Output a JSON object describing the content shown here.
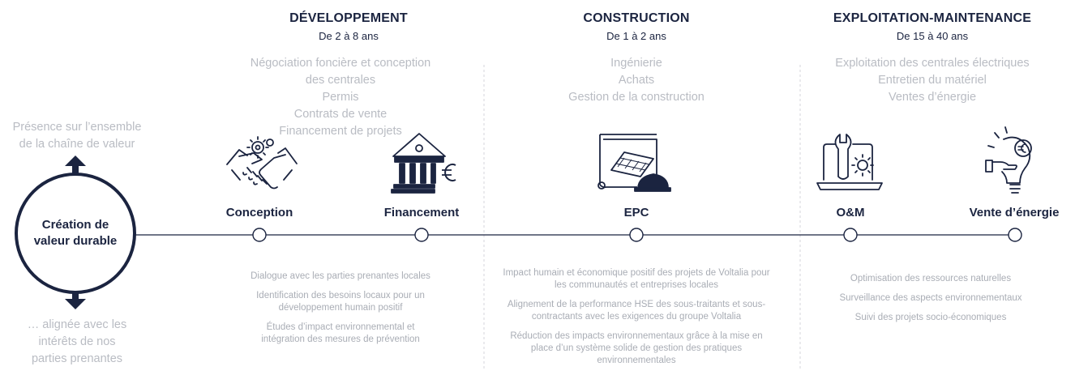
{
  "left": {
    "top_text": [
      "Présence sur l’ensemble",
      "de la chaîne de valeur"
    ],
    "hub_text": [
      "Création de",
      "valeur durable"
    ],
    "bottom_text": [
      "… alignée avec les",
      "intérêts de nos",
      "parties prenantes"
    ]
  },
  "phases": [
    {
      "title": "DÉVELOPPEMENT",
      "duration": "De 2 à 8 ans",
      "activities": [
        "Négociation foncière et conception",
        "des centrales",
        "Permis",
        "Contrats de vente",
        "Financement de projets"
      ],
      "impacts": [
        "Dialogue avec les parties prenantes locales",
        "Identification des besoins locaux pour un développement humain positif",
        "Études d’impact environnemental et intégration des mesures de prévention"
      ]
    },
    {
      "title": "CONSTRUCTION",
      "duration": "De 1 à 2 ans",
      "activities": [
        "Ingénierie",
        "Achats",
        "Gestion de la construction"
      ],
      "impacts": [
        "Impact humain et économique positif des projets de Voltalia pour les communautés et entreprises locales",
        "Alignement de la performance HSE des sous-traitants et sous-contractants avec les exigences du groupe Voltalia",
        "Réduction des impacts environnementaux grâce à la mise en place d’un système solide de gestion des pratiques environnementales"
      ]
    },
    {
      "title": "EXPLOITATION-MAINTENANCE",
      "duration": "De 15 à 40 ans",
      "activities": [
        "Exploitation des centrales électriques",
        "Entretien du matériel",
        "Ventes d’énergie"
      ],
      "impacts": [
        "Optimisation des ressources naturelles",
        "Surveillance des aspects environnementaux",
        "Suivi des projets socio-économiques"
      ]
    }
  ],
  "stages": [
    {
      "label": "Conception",
      "icon": "handshake-gear-icon"
    },
    {
      "label": "Financement",
      "icon": "bank-euro-icon"
    },
    {
      "label": "EPC",
      "icon": "blueprint-solar-helmet-icon"
    },
    {
      "label": "O&M",
      "icon": "laptop-wrench-gear-icon"
    },
    {
      "label": "Vente d’énergie",
      "icon": "lightbulb-hand-euro-icon"
    }
  ],
  "colors": {
    "navy": "#1b2440",
    "grey_text": "#b9bcc3",
    "divider": "#dcdde1"
  }
}
